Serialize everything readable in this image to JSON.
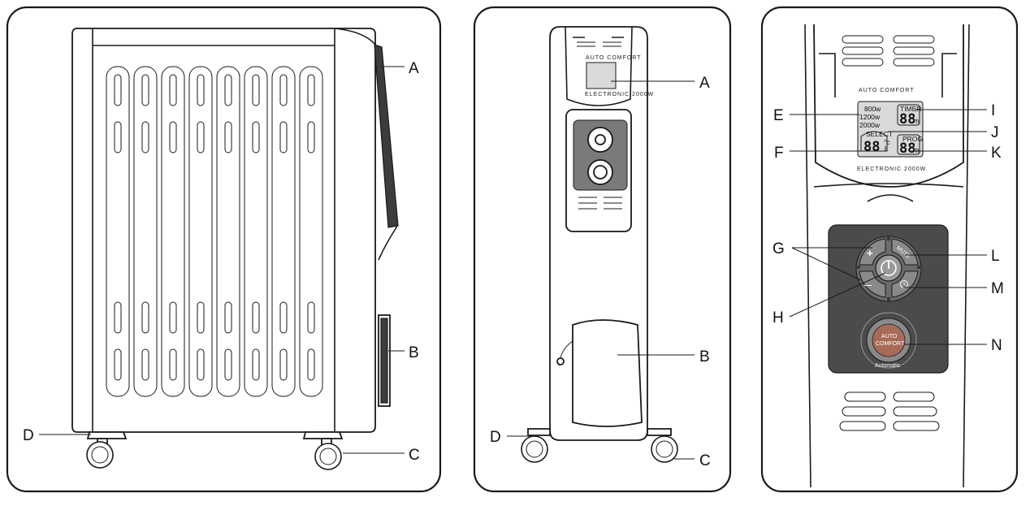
{
  "side_view": {
    "labels": {
      "a": "A",
      "b": "B",
      "c": "C",
      "d": "D"
    }
  },
  "front_view": {
    "labels": {
      "a": "A",
      "b": "B",
      "c": "C",
      "d": "D"
    }
  },
  "panel_detail": {
    "labels": {
      "e": "E",
      "f": "F",
      "g": "G",
      "h": "H",
      "i": "I",
      "j": "J",
      "k": "K",
      "l": "L",
      "m": "M",
      "n": "N"
    },
    "brand_text": "AUTO COMFORT",
    "model_text": "ELECTRONIC 2000W",
    "power_levels": [
      "800w",
      "1200w",
      "2000w"
    ],
    "timer_label": "TIMER",
    "select_label": "SELECT",
    "prog_label": "PROG",
    "seg_temp": "88",
    "seg_timer": "88",
    "seg_prog": "88",
    "hour_unit": "h",
    "degree_unit": "°c",
    "plus_sign": "+",
    "minus_sign": "—",
    "mute_label": "MUTE",
    "auto_button_line1": "AUTO",
    "auto_button_line2": "COMFORT",
    "automatic_label": "Automatic"
  }
}
